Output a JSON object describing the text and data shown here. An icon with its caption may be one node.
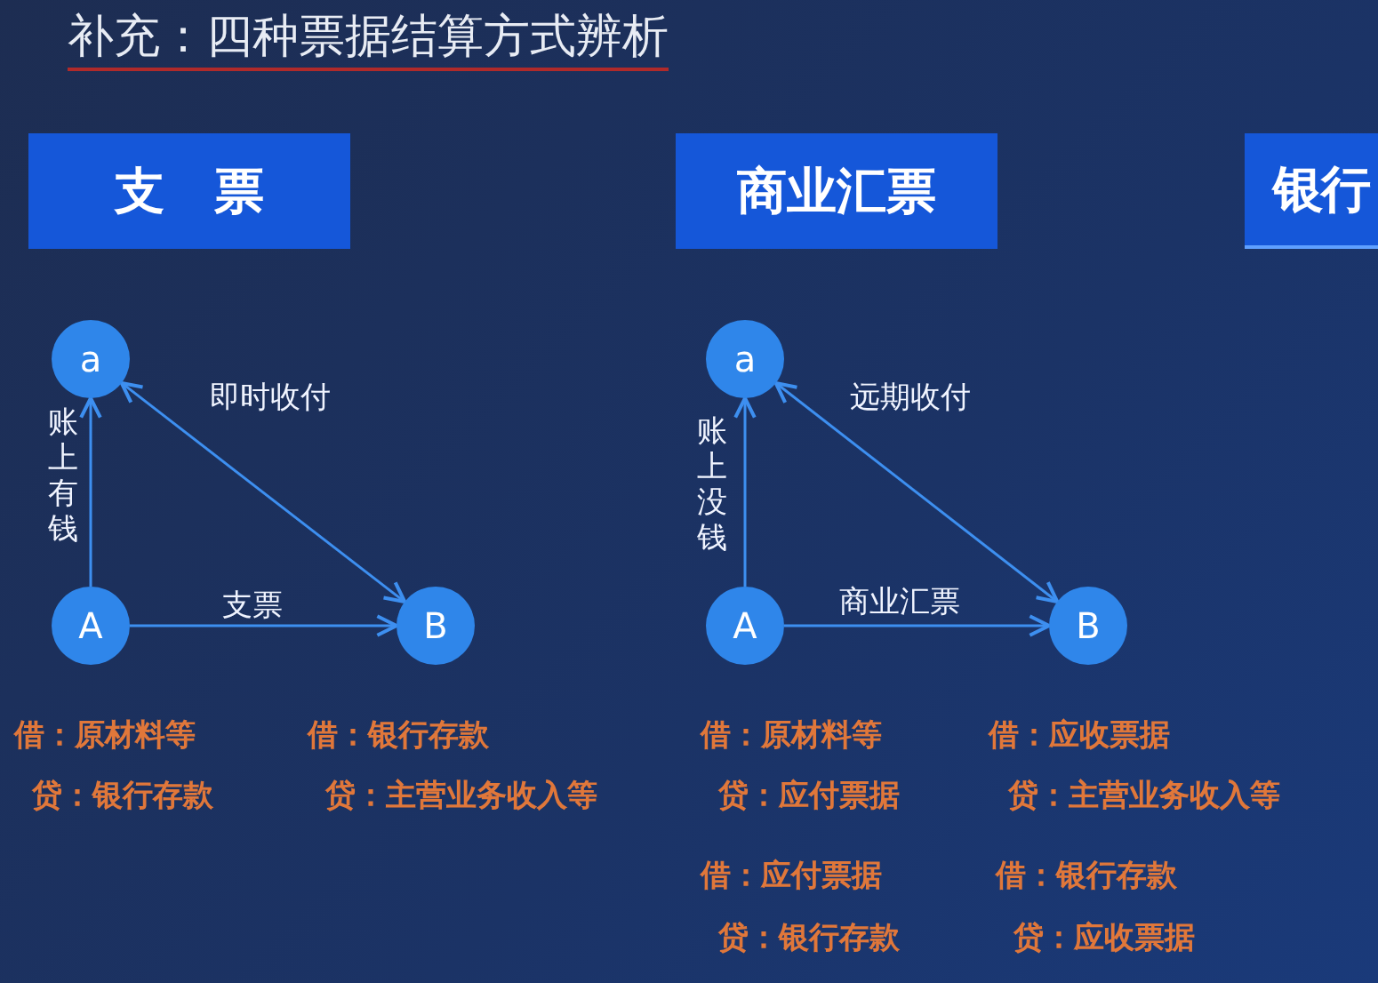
{
  "diagram": {
    "title": "补充：四种票据结算方式辨析",
    "nodes": [
      {
        "text": [
          "支　票"
        ]
      },
      {
        "text": [
          "a"
        ]
      },
      {
        "text": [
          "A"
        ]
      },
      {
        "text": [
          "B"
        ]
      },
      {
        "text": [
          "商业汇票"
        ]
      },
      {
        "text": [
          "a"
        ]
      },
      {
        "text": [
          "A"
        ]
      },
      {
        "text": [
          "B"
        ]
      },
      {
        "text": [
          "银行"
        ]
      }
    ],
    "edges": [
      {
        "from": 2,
        "to": 1,
        "arrow": "to",
        "label": "账上有钱"
      },
      {
        "from": 3,
        "to": 1,
        "arrow": "both",
        "label": "即时收付"
      },
      {
        "from": 2,
        "to": 3,
        "arrow": "to",
        "label": "支票"
      },
      {
        "from": 6,
        "to": 5,
        "arrow": "to",
        "label": "账上没钱"
      },
      {
        "from": 7,
        "to": 5,
        "arrow": "both",
        "label": "远期收付"
      },
      {
        "from": 6,
        "to": 7,
        "arrow": "to",
        "label": "商业汇票"
      }
    ],
    "labels": [
      "借：原材料等",
      "借：银行存款",
      "贷：银行存款",
      "贷：主营业务收入等",
      "借：原材料等",
      "借：应收票据",
      "贷：应付票据",
      "贷：主营业务收入等",
      "借：应付票据",
      "借：银行存款",
      "贷：银行存款",
      "贷：应收票据"
    ]
  }
}
